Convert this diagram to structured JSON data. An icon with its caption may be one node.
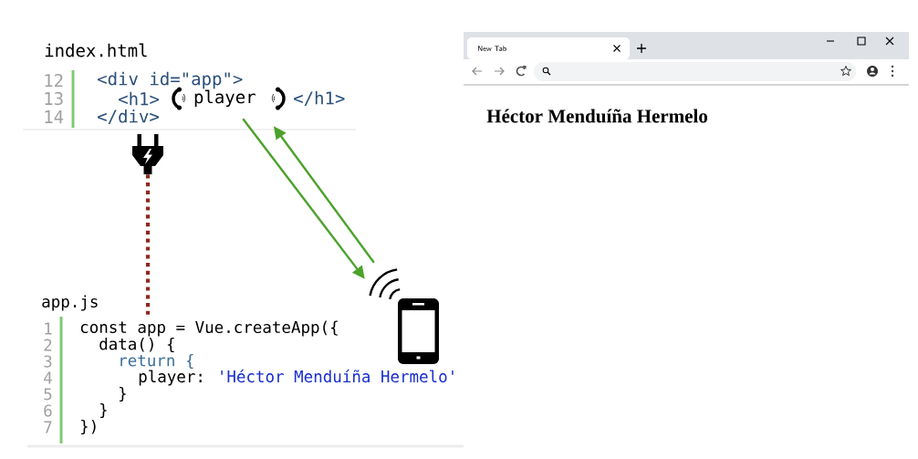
{
  "diagram": {
    "nodes": [
      {
        "text": [
          "index.html",
          "12",
          "13",
          "14",
          "<div id=\"app\">",
          "<h1>",
          "</h1>",
          "</div>"
        ]
      },
      {
        "text": [
          "player"
        ],
        "in": 0
      },
      {
        "text": [],
        "shape": "plug"
      },
      {
        "text": [
          "app.js",
          "1",
          "2",
          "3",
          "4",
          "5",
          "6",
          "7",
          "const app = Vue.createApp({",
          "data() {",
          "return {",
          "player:",
          "'Héctor Menduíña Hermelo'",
          "}",
          "}",
          "})"
        ]
      },
      {
        "text": [],
        "shape": "phone"
      },
      {
        "text": [
          "New Tab",
          "Héctor Menduíña Hermelo"
        ]
      }
    ],
    "edges": [
      {
        "from": 2,
        "to": 3,
        "arrow": "none",
        "style": "dashed",
        "color": "#8b2a1e"
      },
      {
        "from": 1,
        "to": 4,
        "arrow": "to"
      },
      {
        "from": 4,
        "to": 1,
        "arrow": "to"
      }
    ]
  }
}
